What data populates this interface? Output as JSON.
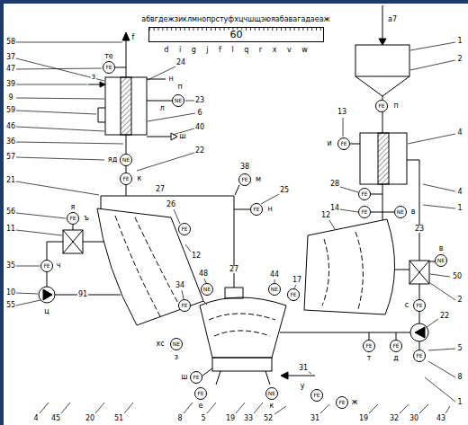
{
  "diagram": {
    "nodes": [
      {
        "text": [
          "60"
        ]
      },
      {
        "text": [
          "FE"
        ]
      },
      {
        "text": [
          "NE"
        ]
      },
      {
        "text": [
          "NE"
        ]
      },
      {
        "text": [
          "FE"
        ]
      },
      {
        "text": [
          "FE"
        ]
      },
      {
        "text": [
          "FE"
        ]
      },
      {
        "text": [
          "FE"
        ]
      },
      {
        "text": [
          "FE"
        ]
      },
      {
        "text": [
          "FE"
        ]
      },
      {
        "text": [
          "FE"
        ]
      },
      {
        "text": [
          "NE"
        ]
      },
      {
        "text": [
          "NE"
        ]
      },
      {
        "text": [
          "NE"
        ]
      },
      {
        "text": [
          "FE"
        ]
      },
      {
        "text": [
          "FE"
        ]
      },
      {
        "text": [
          "FE"
        ]
      },
      {
        "text": [
          "NE"
        ]
      },
      {
        "text": [
          "FE"
        ]
      },
      {
        "text": [
          "FE"
        ]
      },
      {
        "text": [
          "FE"
        ]
      },
      {
        "text": [
          "FE"
        ]
      },
      {
        "text": [
          "FE"
        ]
      },
      {
        "text": [
          "FE"
        ]
      },
      {
        "text": [
          "NE"
        ]
      },
      {
        "text": [
          "NE"
        ]
      },
      {
        "text": [
          "FE"
        ]
      },
      {
        "text": [
          "FE"
        ]
      },
      {
        "text": [
          "FE"
        ]
      },
      {
        "text": [
          "FE"
        ]
      }
    ],
    "labels": [
      "абвгдежзиклмнопрстуфхцчшщэюяабавагадаеаж",
      "d i g j f l q r x v w",
      "58",
      "37",
      "47",
      "39",
      "9",
      "59",
      "46",
      "36",
      "57",
      "21",
      "56",
      "11",
      "35",
      "10",
      "55",
      "4",
      "45",
      "20",
      "51",
      "8",
      "5",
      "19",
      "33",
      "52",
      "31",
      "19",
      "32",
      "30",
      "43",
      "1",
      "2",
      "4",
      "4",
      "1",
      "50",
      "2",
      "5",
      "8",
      "1",
      "24",
      "23",
      "6",
      "40",
      "22",
      "27",
      "38",
      "25",
      "26",
      "12",
      "34",
      "48",
      "27",
      "44",
      "17",
      "12",
      "13",
      "28",
      "14",
      "23",
      "22",
      "31",
      "f",
      "те",
      "з",
      "н",
      "п",
      "л",
      "ш",
      "яд",
      "к",
      "м",
      "н",
      "я",
      "ъ",
      "ч",
      "ц",
      "91",
      "хс",
      "з",
      "ш",
      "е",
      "к",
      "у",
      "ж",
      "а7",
      "п",
      "и",
      "в",
      "в",
      "с",
      "т",
      "д"
    ]
  }
}
